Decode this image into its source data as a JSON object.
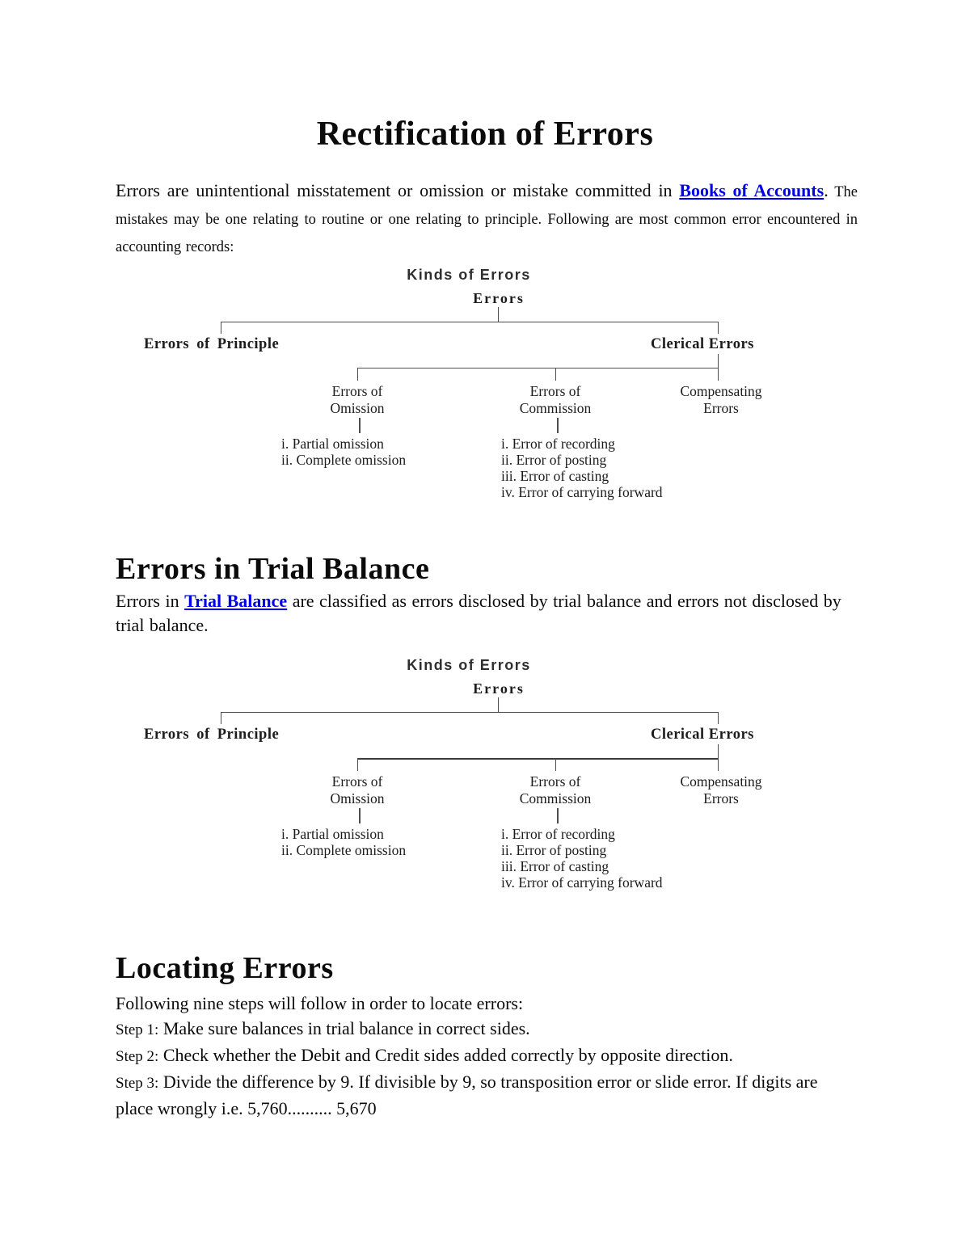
{
  "colors": {
    "link": "#0000EE",
    "text": "#0b0b0b",
    "diagram_lines": "#4d4d4d"
  },
  "doc": {
    "title": "Rectification of Errors"
  },
  "intro": {
    "lead": "Errors are unintentional misstatement or omission or mistake committed in ",
    "link": "Books of Accounts",
    "period": ".",
    "rest": " The mistakes may be one relating to routine or one relating to principle. Following are most common error encountered in accounting records:"
  },
  "diagram": {
    "title": "Kinds of Errors",
    "root": "Errors",
    "left_branch": "Errors of Principle",
    "right_branch": "Clerical Errors",
    "sub_nodes": [
      {
        "line1": "Errors of",
        "line2": "Omission"
      },
      {
        "line1": "Errors of",
        "line2": "Commission"
      },
      {
        "line1": "Compensating",
        "line2": "Errors"
      }
    ],
    "omission_items": [
      "i. Partial omission",
      "ii. Complete omission"
    ],
    "commission_items": [
      "i. Error of recording",
      "ii. Error of posting",
      "iii. Error of casting",
      "iv. Error of carrying forward"
    ]
  },
  "trial_balance": {
    "heading": "Errors in Trial Balance",
    "before_link": "Errors in ",
    "link": "Trial Balance",
    "after_link": " are classified as errors disclosed by trial balance and errors not disclosed by trial balance."
  },
  "locating": {
    "heading": "Locating Errors",
    "intro": "Following nine steps will follow in order to locate errors:",
    "steps": [
      {
        "label": "Step 1:",
        "text": " Make sure balances in trial balance in correct sides."
      },
      {
        "label": "Step 2:",
        "text": " Check whether the Debit and Credit sides added correctly by opposite direction."
      },
      {
        "label": "Step 3:",
        "text": " Divide the difference by 9. If divisible by 9, so transposition error or slide error. If digits are place wrongly i.e. 5,760.......... 5,670"
      }
    ]
  }
}
